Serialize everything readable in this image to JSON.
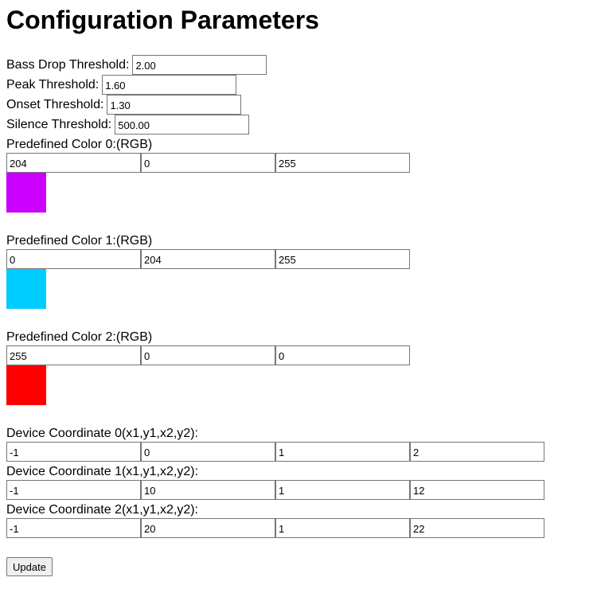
{
  "page_title": "Configuration Parameters",
  "thresholds": [
    {
      "label": "Bass Drop Threshold:",
      "value": "2.00"
    },
    {
      "label": "Peak Threshold:",
      "value": "1.60"
    },
    {
      "label": "Onset Threshold:",
      "value": "1.30"
    },
    {
      "label": "Silence Threshold:",
      "value": "500.00"
    }
  ],
  "colors": [
    {
      "label": "Predefined Color 0:(RGB)",
      "r": "204",
      "g": "0",
      "b": "255",
      "swatch": "#cc00ff"
    },
    {
      "label": "Predefined Color 1:(RGB)",
      "r": "0",
      "g": "204",
      "b": "255",
      "swatch": "#00ccff"
    },
    {
      "label": "Predefined Color 2:(RGB)",
      "r": "255",
      "g": "0",
      "b": "0",
      "swatch": "#ff0000"
    }
  ],
  "coordinates": [
    {
      "label": "Device Coordinate 0(x1,y1,x2,y2):",
      "x1": "-1",
      "y1": "0",
      "x2": "1",
      "y2": "2"
    },
    {
      "label": "Device Coordinate 1(x1,y1,x2,y2):",
      "x1": "-1",
      "y1": "10",
      "x2": "1",
      "y2": "12"
    },
    {
      "label": "Device Coordinate 2(x1,y1,x2,y2):",
      "x1": "-1",
      "y1": "20",
      "x2": "1",
      "y2": "22"
    }
  ],
  "update_button": "Update"
}
